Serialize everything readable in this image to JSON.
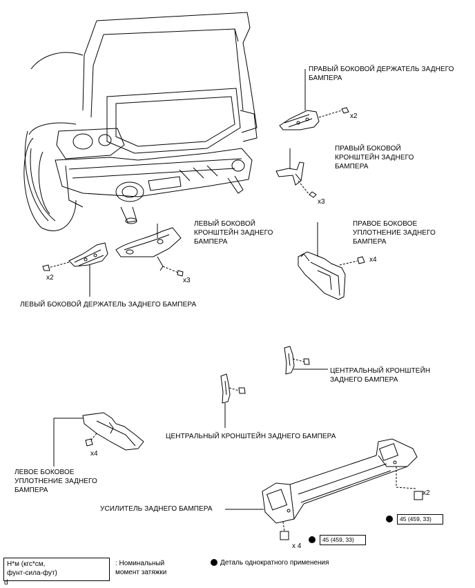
{
  "labels": {
    "right_side_retainer": "ПРАВЫЙ БОКОВОЙ ДЕРЖАТЕЛЬ ЗАДНЕГО\nБАМПЕРА",
    "right_side_bracket": "ПРАВЫЙ БОКОВОЙ\nКРОНШТЕЙН ЗАДНЕГО\nБАМПЕРА",
    "left_side_bracket": "ЛЕВЫЙ БОКОВОЙ\nКРОНШТЕЙН ЗАДНЕГО\nБАМПЕРА",
    "right_side_seal": "ПРАВОЕ БОКОВОЕ\nУПЛОТНЕНИЕ ЗАДНЕГО\nБАМПЕРА",
    "left_side_retainer": "ЛЕВЫЙ БОКОВОЙ ДЕРЖАТЕЛЬ ЗАДНЕГО БАМПЕРА",
    "center_bracket_right": "ЦЕНТРАЛЬНЫЙ КРОНШТЕЙН\nЗАДНЕГО БАМПЕРА",
    "center_bracket_left": "ЦЕНТРАЛЬНЫЙ КРОНШТЕЙН ЗАДНЕГО БАМПЕРА",
    "left_side_seal": "ЛЕВОЕ БОКОВОЕ\nУПЛОТНЕНИЕ ЗАДНЕГО\nБАМПЕРА",
    "reinforcement": "УСИЛИТЕЛЬ ЗАДНЕГО БАМПЕРА"
  },
  "quantities": {
    "right_retainer_screws": "x2",
    "right_bracket_screws": "x3",
    "left_retainer_screws": "x2",
    "left_bracket_screws": "x3",
    "right_seal_screws": "x4",
    "left_seal_screws": "x4",
    "reinforcement_right_nuts": "x2",
    "reinforcement_left_bolts": "x 4"
  },
  "torque": {
    "right": "45 (459, 33)",
    "left": "45 (459, 33)"
  },
  "legend": {
    "units": "Н*м (кгс*см,\nфунт-сила-фут)",
    "units_meaning": ": Номинальный\nмомент затяжки",
    "non_reusable": "Деталь однократного применения"
  },
  "corner_mark": "d",
  "colors": {
    "ink": "#000000",
    "background": "#ffffff"
  }
}
